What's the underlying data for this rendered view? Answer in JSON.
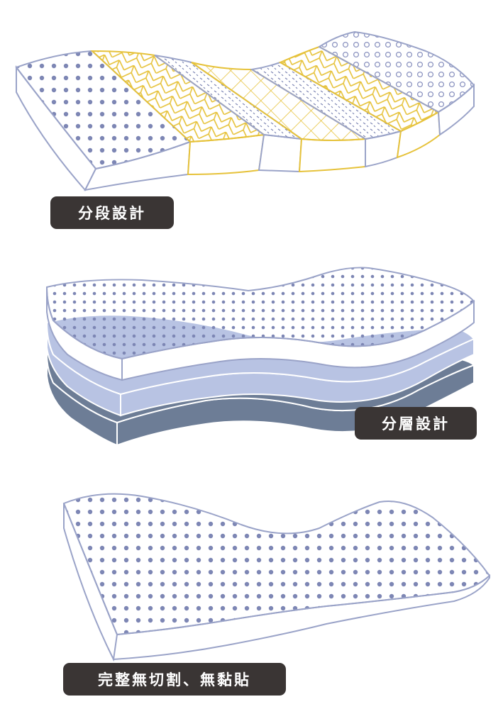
{
  "labels": {
    "segmented": "分段設計",
    "layered": "分層設計",
    "seamless": "完整無切割、無黏貼"
  },
  "colors": {
    "outline": "#9aa3c8",
    "dot": "#7d86b4",
    "yellow": "#e6c23a",
    "layer_light": "#b8c3e3",
    "layer_dark": "#6d7d96",
    "label_bg": "#3a3534",
    "label_text": "#ffffff"
  }
}
